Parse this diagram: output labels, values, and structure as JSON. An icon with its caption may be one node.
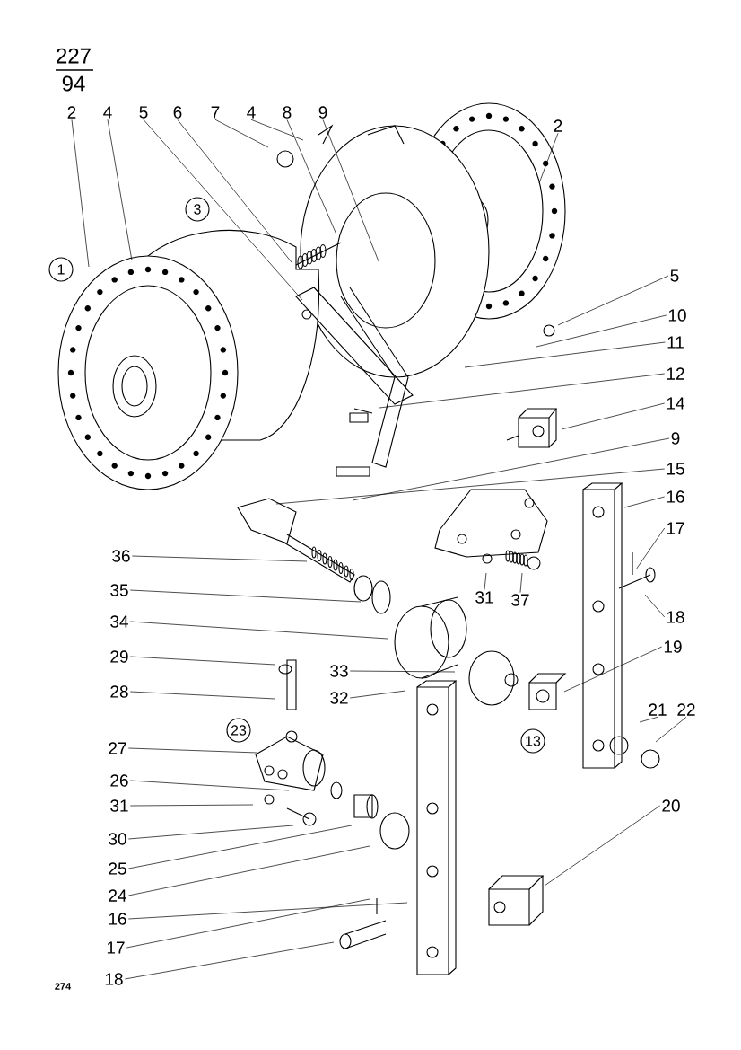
{
  "diagram": {
    "nodes": [
      {
        "text": [
          "2"
        ]
      },
      {
        "text": [
          "4"
        ]
      },
      {
        "text": [
          "5"
        ]
      },
      {
        "text": [
          "6"
        ]
      },
      {
        "text": [
          "7"
        ]
      },
      {
        "text": [
          "4"
        ]
      },
      {
        "text": [
          "8"
        ]
      },
      {
        "text": [
          "9"
        ]
      },
      {
        "text": [
          "2"
        ]
      },
      {
        "text": [
          "5"
        ]
      },
      {
        "text": [
          "10"
        ]
      },
      {
        "text": [
          "11"
        ]
      },
      {
        "text": [
          "12"
        ]
      },
      {
        "text": [
          "14"
        ]
      },
      {
        "text": [
          "9"
        ]
      },
      {
        "text": [
          "15"
        ]
      },
      {
        "text": [
          "16"
        ]
      },
      {
        "text": [
          "17"
        ]
      },
      {
        "text": [
          "18"
        ]
      },
      {
        "text": [
          "19"
        ]
      },
      {
        "text": [
          "21"
        ]
      },
      {
        "text": [
          "22"
        ]
      },
      {
        "text": [
          "20"
        ]
      },
      {
        "text": [
          "36"
        ]
      },
      {
        "text": [
          "35"
        ]
      },
      {
        "text": [
          "34"
        ]
      },
      {
        "text": [
          "29"
        ]
      },
      {
        "text": [
          "28"
        ]
      },
      {
        "text": [
          "27"
        ]
      },
      {
        "text": [
          "26"
        ]
      },
      {
        "text": [
          "31"
        ]
      },
      {
        "text": [
          "30"
        ]
      },
      {
        "text": [
          "25"
        ]
      },
      {
        "text": [
          "24"
        ]
      },
      {
        "text": [
          "16"
        ]
      },
      {
        "text": [
          "17"
        ]
      },
      {
        "text": [
          "18"
        ]
      },
      {
        "text": [
          "33"
        ]
      },
      {
        "text": [
          "32"
        ]
      },
      {
        "text": [
          "31"
        ]
      },
      {
        "text": [
          "37"
        ]
      }
    ],
    "edges": [
      {
        "from": 0,
        "to": null,
        "arrow": "none"
      },
      {
        "from": 1,
        "to": null,
        "arrow": "none"
      },
      {
        "from": 2,
        "to": null,
        "arrow": "none"
      },
      {
        "from": 3,
        "to": null,
        "arrow": "none"
      },
      {
        "from": 4,
        "to": null,
        "arrow": "none"
      },
      {
        "from": 5,
        "to": null,
        "arrow": "none"
      },
      {
        "from": 6,
        "to": null,
        "arrow": "none"
      },
      {
        "from": 7,
        "to": null,
        "arrow": "none"
      },
      {
        "from": 8,
        "to": null,
        "arrow": "none"
      },
      {
        "from": 9,
        "to": null,
        "arrow": "none"
      },
      {
        "from": 10,
        "to": null,
        "arrow": "none"
      },
      {
        "from": 11,
        "to": null,
        "arrow": "none"
      },
      {
        "from": 12,
        "to": null,
        "arrow": "none"
      },
      {
        "from": 13,
        "to": null,
        "arrow": "none"
      },
      {
        "from": 14,
        "to": null,
        "arrow": "none"
      },
      {
        "from": 15,
        "to": null,
        "arrow": "none"
      },
      {
        "from": 16,
        "to": null,
        "arrow": "none"
      },
      {
        "from": 17,
        "to": null,
        "arrow": "none"
      },
      {
        "from": 18,
        "to": null,
        "arrow": "none"
      },
      {
        "from": 19,
        "to": null,
        "arrow": "none"
      },
      {
        "from": 20,
        "to": null,
        "arrow": "none"
      },
      {
        "from": 21,
        "to": null,
        "arrow": "none"
      },
      {
        "from": 22,
        "to": null,
        "arrow": "none"
      },
      {
        "from": 23,
        "to": null,
        "arrow": "none"
      },
      {
        "from": 24,
        "to": null,
        "arrow": "none"
      },
      {
        "from": 25,
        "to": null,
        "arrow": "none"
      },
      {
        "from": 26,
        "to": null,
        "arrow": "none"
      },
      {
        "from": 27,
        "to": null,
        "arrow": "none"
      },
      {
        "from": 28,
        "to": null,
        "arrow": "none"
      },
      {
        "from": 29,
        "to": null,
        "arrow": "none"
      },
      {
        "from": 30,
        "to": null,
        "arrow": "none"
      },
      {
        "from": 31,
        "to": null,
        "arrow": "none"
      },
      {
        "from": 32,
        "to": null,
        "arrow": "none"
      },
      {
        "from": 33,
        "to": null,
        "arrow": "none"
      },
      {
        "from": 34,
        "to": null,
        "arrow": "none"
      },
      {
        "from": 35,
        "to": null,
        "arrow": "none"
      },
      {
        "from": 36,
        "to": null,
        "arrow": "none"
      },
      {
        "from": 37,
        "to": null,
        "arrow": "none"
      },
      {
        "from": 38,
        "to": null,
        "arrow": "none"
      },
      {
        "from": 39,
        "to": null,
        "arrow": "none"
      },
      {
        "from": 40,
        "to": null,
        "arrow": "none"
      }
    ],
    "labels": [
      "227",
      "94",
      "1",
      "3",
      "23",
      "13",
      "274"
    ]
  }
}
